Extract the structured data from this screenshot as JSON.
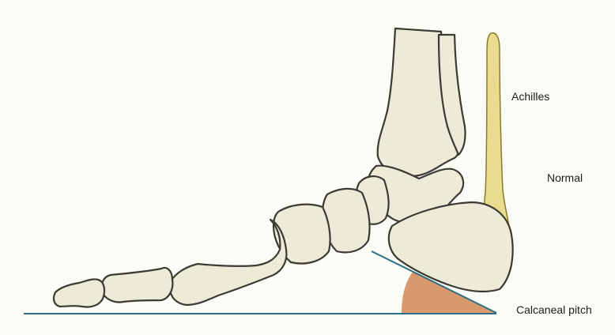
{
  "labels": {
    "achilles": "Achilles",
    "normal": "Normal",
    "calcaneal_pitch": "Calcaneal pitch"
  },
  "colors": {
    "background": "#fcfcf6",
    "bone_fill": "#ecebd8",
    "bone_outline": "#3b3b33",
    "tendon_fill": "#e8dc8e",
    "tendon_stroke": "#8a7a2e",
    "pitch_angle_fill": "#d89a6c",
    "reference_line": "#2f6f86"
  },
  "icons": {
    "diagram": "foot-skeleton-lateral-view"
  }
}
